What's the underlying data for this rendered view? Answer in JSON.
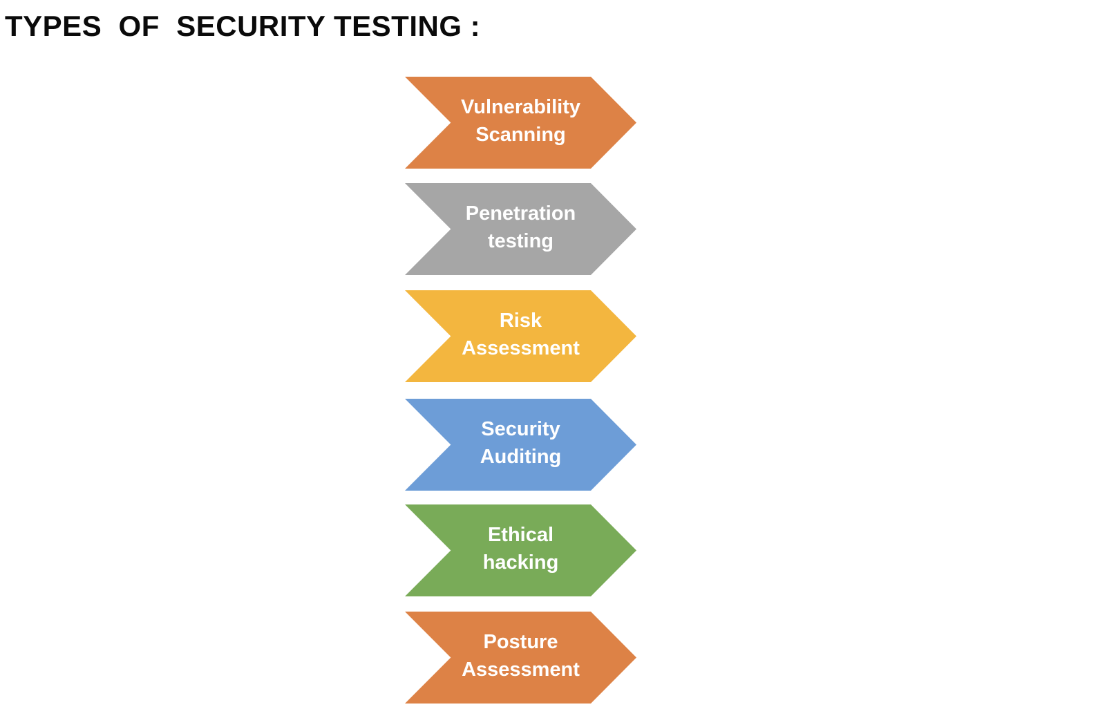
{
  "title": {
    "text": "TYPES  OF  SECURITY TESTING :"
  },
  "colors": {
    "background": "#ffffff",
    "title_text": "#0a0a0a",
    "arrow_text": "#ffffff"
  },
  "arrows": [
    {
      "name": "vulnerability-scanning",
      "lines": [
        "Vulnerability",
        "Scanning"
      ],
      "color": "#DD8246"
    },
    {
      "name": "penetration-testing",
      "lines": [
        "Penetration",
        "testing"
      ],
      "color": "#A6A6A6"
    },
    {
      "name": "risk-assessment",
      "lines": [
        "Risk",
        "Assessment"
      ],
      "color": "#F3B63F"
    },
    {
      "name": "security-auditing",
      "lines": [
        "Security",
        "Auditing"
      ],
      "color": "#6D9DD7"
    },
    {
      "name": "ethical-hacking",
      "lines": [
        "Ethical",
        "hacking"
      ],
      "color": "#79AB58"
    },
    {
      "name": "posture-assessment",
      "lines": [
        "Posture",
        "Assessment"
      ],
      "color": "#DD8246"
    }
  ]
}
